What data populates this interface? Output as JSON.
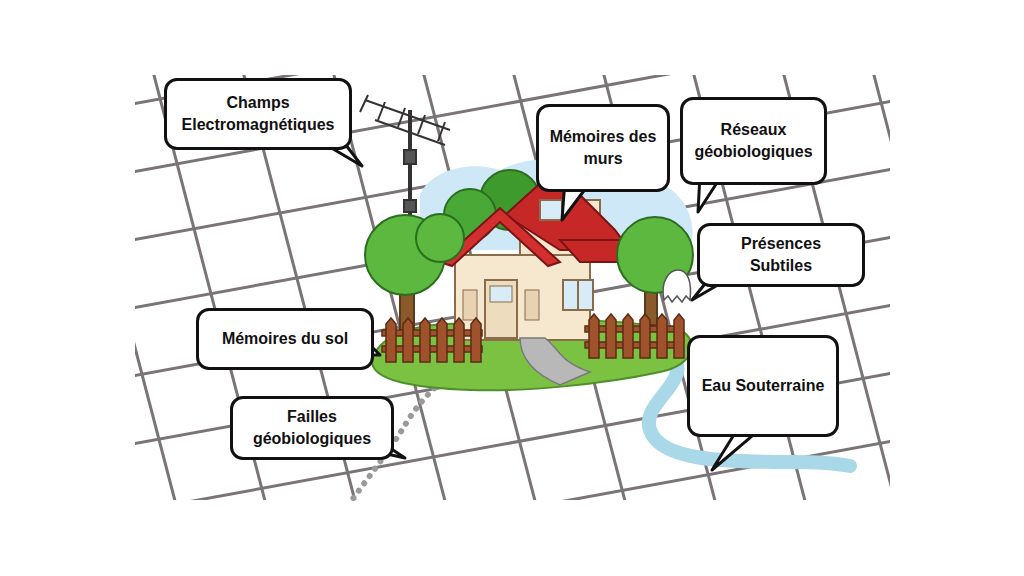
{
  "diagram": {
    "nodes": [
      {
        "text": [
          "Champs Electromagnétiques"
        ]
      },
      {
        "text": [
          "Réseaux géobiologiques"
        ]
      },
      {
        "text": [
          "Mémoires des murs"
        ]
      },
      {
        "text": [
          "Présences Subtiles"
        ]
      },
      {
        "text": [
          "Mémoires du sol"
        ]
      },
      {
        "text": [
          "Eau Souterraine"
        ]
      },
      {
        "text": [
          "Failles géobiologiques"
        ]
      }
    ]
  }
}
